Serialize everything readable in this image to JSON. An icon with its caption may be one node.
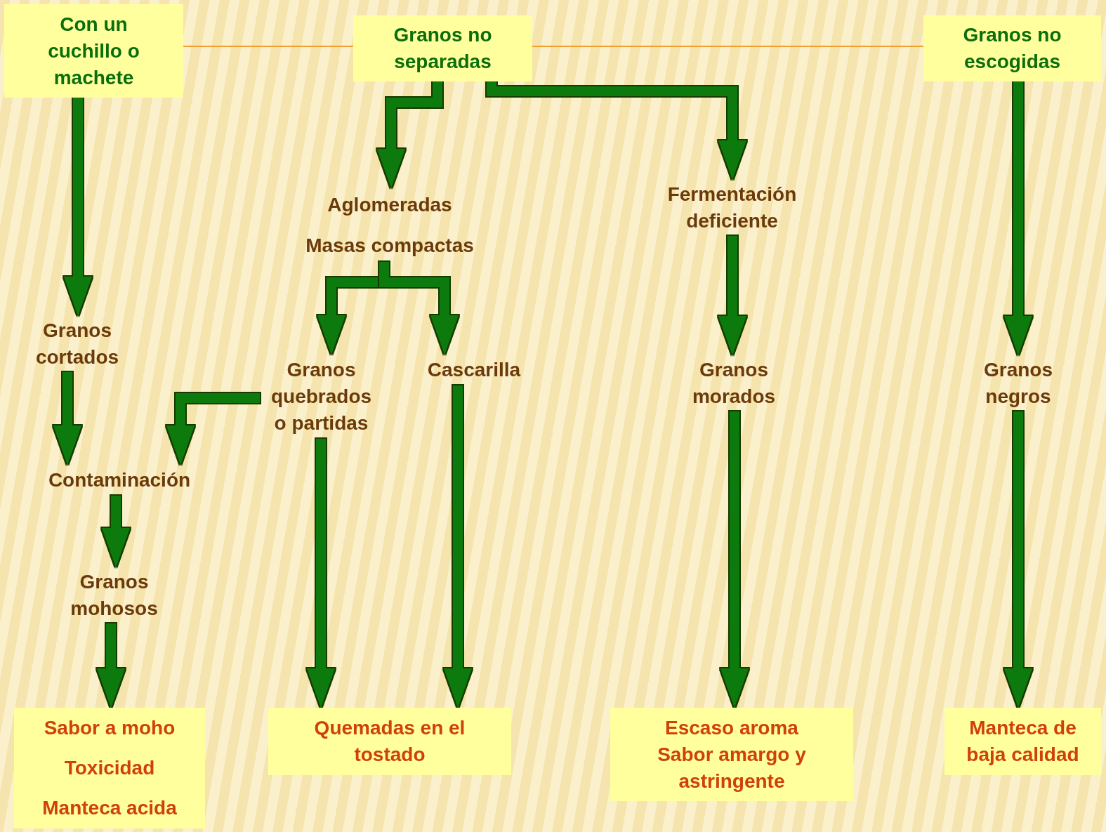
{
  "diagram": {
    "nodes": [
      {
        "text": [
          "Con un cuchillo o machete"
        ]
      },
      {
        "text": [
          "Granos no separadas"
        ]
      },
      {
        "text": [
          "Granos no escogidas"
        ]
      },
      {
        "text": [
          "Granos cortados"
        ]
      },
      {
        "text": [
          "Contaminación"
        ]
      },
      {
        "text": [
          "Granos mohosos"
        ]
      },
      {
        "text": [
          "Sabor a moho",
          "Toxicidad",
          "Manteca acida"
        ]
      },
      {
        "text": [
          "Aglomeradas",
          "Masas compactas"
        ]
      },
      {
        "text": [
          "Granos quebrados o partidas"
        ]
      },
      {
        "text": [
          "Cascarilla"
        ]
      },
      {
        "text": [
          "Quemadas en el tostado"
        ]
      },
      {
        "text": [
          "Fermentación deficiente"
        ]
      },
      {
        "text": [
          "Granos morados"
        ]
      },
      {
        "text": [
          "Escaso aroma",
          "Sabor amargo y astringente"
        ]
      },
      {
        "text": [
          "Granos negros"
        ]
      },
      {
        "text": [
          "Manteca de baja calidad"
        ]
      }
    ],
    "edges": [
      {
        "from": 0,
        "to": 1,
        "arrow": "none",
        "color": "#f0a030"
      },
      {
        "from": 1,
        "to": 2,
        "arrow": "none",
        "color": "#f0a030"
      },
      {
        "from": 0,
        "to": 3,
        "arrow": "to"
      },
      {
        "from": 3,
        "to": 4,
        "arrow": "to"
      },
      {
        "from": 8,
        "to": 4,
        "arrow": "to"
      },
      {
        "from": 4,
        "to": 5,
        "arrow": "to"
      },
      {
        "from": 5,
        "to": 6,
        "arrow": "to"
      },
      {
        "from": 1,
        "to": 7,
        "arrow": "to"
      },
      {
        "from": 1,
        "to": 11,
        "arrow": "to"
      },
      {
        "from": 7,
        "to": 8,
        "arrow": "to"
      },
      {
        "from": 7,
        "to": 9,
        "arrow": "to"
      },
      {
        "from": 8,
        "to": 10,
        "arrow": "to"
      },
      {
        "from": 9,
        "to": 10,
        "arrow": "to"
      },
      {
        "from": 11,
        "to": 12,
        "arrow": "to"
      },
      {
        "from": 12,
        "to": 13,
        "arrow": "to"
      },
      {
        "from": 2,
        "to": 14,
        "arrow": "to"
      },
      {
        "from": 14,
        "to": 15,
        "arrow": "to"
      }
    ]
  }
}
